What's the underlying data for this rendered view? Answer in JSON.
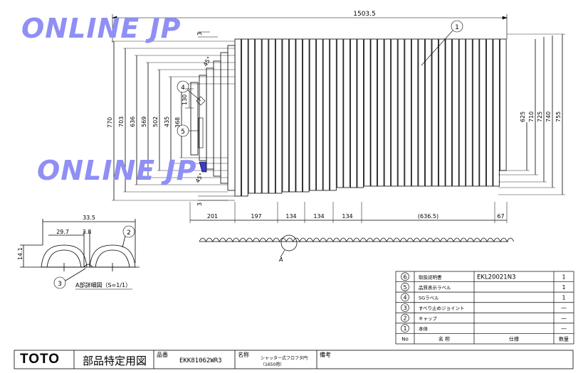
{
  "watermark": {
    "text": "ONLINE JP",
    "color": "#8f8ff5"
  },
  "drawing": {
    "overall_width": "1503.5",
    "callouts": {
      "body": "1",
      "cap": "2",
      "joint": "3",
      "sg_label": "4",
      "quality_label": "5"
    },
    "left_heights": [
      "770",
      "703",
      "636",
      "569",
      "502",
      "435",
      "368"
    ],
    "small_dims": [
      "3",
      "130",
      "3"
    ],
    "angle_labels": [
      "45°",
      "45°"
    ],
    "right_heights": [
      "625",
      "710",
      "725",
      "740",
      "755"
    ],
    "bottom_dims": [
      "201",
      "197",
      "134",
      "134",
      "134",
      "(636.5)",
      "67"
    ],
    "section_label": "A",
    "detail": {
      "dims": [
        "33.5",
        "29.7",
        "3.8",
        "14.1"
      ],
      "caption": "A部詳細図（S=1/1）",
      "callouts": [
        "2",
        "3"
      ]
    }
  },
  "parts_table": {
    "rows": [
      {
        "no": "6",
        "name": "取扱説明書",
        "spec": "EKL20021N3",
        "qty": "1"
      },
      {
        "no": "5",
        "name": "品質表示ラベル",
        "spec": "",
        "qty": "1"
      },
      {
        "no": "4",
        "name": "SGラベル",
        "spec": "",
        "qty": "1"
      },
      {
        "no": "3",
        "name": "すべり止めジョイント",
        "spec": "",
        "qty": "—"
      },
      {
        "no": "2",
        "name": "キャップ",
        "spec": "",
        "qty": "—"
      },
      {
        "no": "1",
        "name": "本体",
        "spec": "",
        "qty": "—"
      }
    ],
    "header": {
      "no": "No",
      "name": "名 称",
      "spec": "仕様",
      "qty": "数量"
    }
  },
  "title_block": {
    "logo": "TOTO",
    "doc_title": "部品特定用図",
    "hinban_label": "品番",
    "hinban": "EKK81062WR3",
    "meisho_label": "名称",
    "meisho_line1": "シャッター式フロフタ円",
    "meisho_line2": "（1650用）",
    "biko_label": "備考"
  },
  "colors": {
    "line": "#000000",
    "accent_fill": "#3a3acc"
  }
}
